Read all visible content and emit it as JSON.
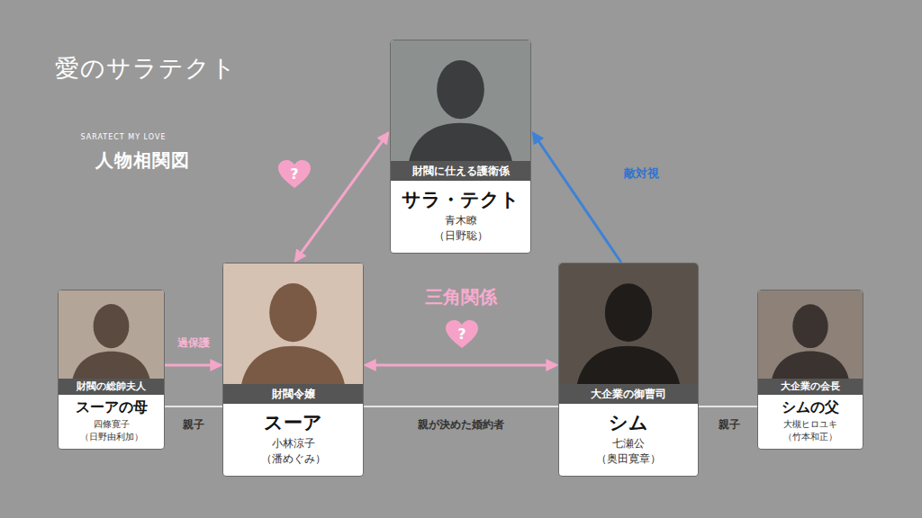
{
  "diagram": {
    "title": "愛のサラテクト",
    "nodes": [
      {
        "text": [
          "財閥に仕える護衛係",
          "サラ・テクト",
          "青木瞭",
          "（日野聡）"
        ]
      },
      {
        "text": [
          "財閥の総帥夫人",
          "スーアの母",
          "四條寛子",
          "（日野由利加）"
        ]
      },
      {
        "text": [
          "財閥令嬢",
          "スーア",
          "小林涼子",
          "（潘めぐみ）"
        ]
      },
      {
        "text": [
          "大企業の御曹司",
          "シム",
          "七瀬公",
          "（奥田寛章）"
        ]
      },
      {
        "text": [
          "大企業の会長",
          "シムの父",
          "大槻ヒロユキ",
          "（竹本和正）"
        ]
      }
    ],
    "edges": [
      {
        "from": 2,
        "to": 0,
        "arrow": "both"
      },
      {
        "from": 3,
        "to": 0,
        "arrow": "to",
        "label": "敵対視"
      },
      {
        "from": 1,
        "to": 2,
        "arrow": "to",
        "label": "過保護"
      },
      {
        "from": 1,
        "to": 2,
        "arrow": "none",
        "label": "親子"
      },
      {
        "from": 2,
        "to": 3,
        "arrow": "both",
        "label": "三角関係"
      },
      {
        "from": 2,
        "to": 3,
        "arrow": "none",
        "label": "親が決めた婚約者"
      },
      {
        "from": 3,
        "to": 4,
        "arrow": "none",
        "label": "親子"
      }
    ],
    "labels": [
      "SARATECT MY LOVE",
      "人物相関図",
      "?",
      "?"
    ]
  }
}
